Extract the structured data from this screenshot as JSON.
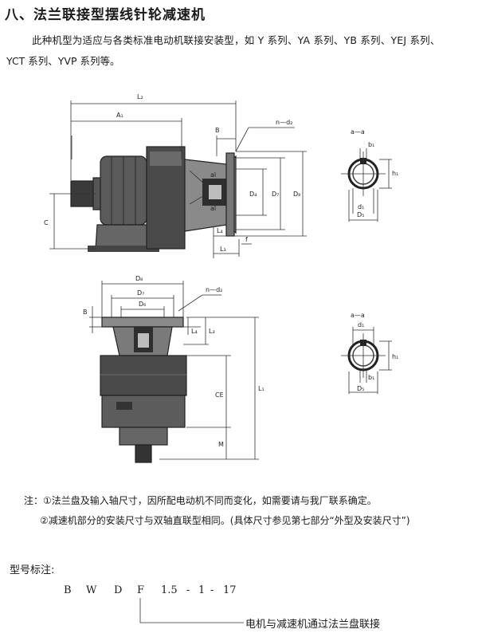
{
  "page": {
    "title": "八、法兰联接型摆线针轮减速机",
    "intro_line1": "此种机型为适应与各类标准电动机联接安装型，如 Y 系列、YA 系列、YB 系列、YEJ 系列、",
    "intro_line2": "YCT 系列、YVP 系列等。"
  },
  "drawing_top": {
    "labels": {
      "L2": "L₂",
      "A1": "A₁",
      "B": "B",
      "nd2": "n—d₂",
      "al_top": "al",
      "al_bot": "al",
      "D4": "D₄",
      "D7": "D₇",
      "D8": "D₈",
      "C": "C",
      "L4": "L₄",
      "L3": "L₃",
      "f": "f"
    }
  },
  "section_top": {
    "labels": {
      "aa": "a—a",
      "b1": "b₁",
      "h1": "h₁",
      "d1": "d₁",
      "D5": "D₅"
    }
  },
  "drawing_bottom": {
    "labels": {
      "D8": "D₈",
      "D7": "D₇",
      "D6": "D₆",
      "nd2": "n—d₂",
      "B": "B",
      "L4": "L₄",
      "L3": "L₃",
      "CE": "CE",
      "L1": "L₁",
      "M": "M"
    }
  },
  "section_bottom": {
    "labels": {
      "aa": "a—a",
      "d1": "d₁",
      "h1": "h₁",
      "b1": "b₁",
      "D5": "D₅"
    }
  },
  "notes": {
    "note1": "注：①法兰盘及输入轴尺寸，因所配电动机不同而变化，如需要请与我厂联系确定。",
    "note2": "②减速机部分的安装尺寸与双轴直联型相同。(具体尺寸参见第七部分“外型及安装尺寸”)"
  },
  "model": {
    "label": "型号标注:",
    "code": [
      "B",
      "W",
      "D",
      "F",
      "1.5",
      "-",
      "1",
      "-",
      "17"
    ],
    "legend": "电机与减速机通过法兰盘联接"
  }
}
